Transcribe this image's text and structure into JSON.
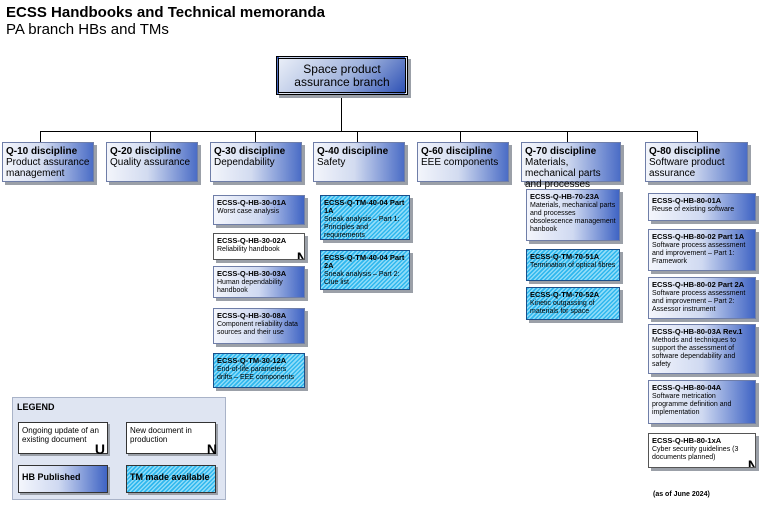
{
  "header": {
    "title": "ECSS Handbooks and Technical memoranda",
    "subtitle": "PA branch HBs and TMs"
  },
  "root": {
    "line1": "Space product",
    "line2": "assurance branch"
  },
  "disciplines": [
    {
      "code": "Q-10 discipline",
      "name": "Product assurance management"
    },
    {
      "code": "Q-20 discipline",
      "name": "Quality assurance"
    },
    {
      "code": "Q-30 discipline",
      "name": "Dependability"
    },
    {
      "code": "Q-40 discipline",
      "name": "Safety"
    },
    {
      "code": "Q-60 discipline",
      "name": "EEE components"
    },
    {
      "code": "Q-70 discipline",
      "name": "Materials, mechanical parts and processes"
    },
    {
      "code": "Q-80 discipline",
      "name": "Software product assurance"
    }
  ],
  "q30_docs": [
    {
      "id": "ECSS-Q-HB-30-01A",
      "title": "Worst case analysis",
      "status": "HB Published"
    },
    {
      "id": "ECSS-Q-HB-30-02A",
      "title": "Reliability handbook",
      "status": "New document in production",
      "badge": "N"
    },
    {
      "id": "ECSS-Q-HB-30-03A",
      "title": "Human dependability handbook",
      "status": "HB Published"
    },
    {
      "id": "ECSS-Q-HB-30-08A",
      "title": "Component reliability data sources and their use",
      "status": "HB Published"
    },
    {
      "id": "ECSS-Q-TM-30-12A",
      "title": "End-of-life parameters drifts – EEE components",
      "status": "TM made available"
    }
  ],
  "q40_docs": [
    {
      "id": "ECSS-Q-TM-40-04 Part 1A",
      "title": "Sneak analysis – Part 1: Principles and requirements",
      "status": "TM made available"
    },
    {
      "id": "ECSS-Q-TM-40-04 Part 2A",
      "title": "Sneak analysis – Part 2: Clue list",
      "status": "TM made available"
    }
  ],
  "q70_docs": [
    {
      "id": "ECSS-Q-HB-70-23A",
      "title": "Materials, mechanical parts and processes obsolescence management hanbook",
      "status": "HB Published"
    },
    {
      "id": "ECSS-Q-TM-70-51A",
      "title": "Termination of optical fibres",
      "status": "TM made available"
    },
    {
      "id": "ECSS-Q-TM-70-52A",
      "title": "Kinetic outgassing of materials for space",
      "status": "TM made available"
    }
  ],
  "q80_docs": [
    {
      "id": "ECSS-Q-HB-80-01A",
      "title": "Reuse of existing software",
      "status": "HB Published"
    },
    {
      "id": "ECSS-Q-HB-80-02 Part 1A",
      "title": "Software process assessment and improvement – Part 1: Framework",
      "status": "HB Published"
    },
    {
      "id": "ECSS-Q-HB-80-02 Part 2A",
      "title": "Software process assessment and improvement – Part 2: Assessor instrument",
      "status": "HB Published"
    },
    {
      "id": "ECSS-Q-HB-80-03A Rev.1",
      "title": "Methods and techniques to support the assessment of software dependability and safety",
      "status": "HB Published"
    },
    {
      "id": "ECSS-Q-HB-80-04A",
      "title": "Software metrication programme definition and implementation",
      "status": "HB Published"
    },
    {
      "id": "ECSS-Q-HB-80-1xA",
      "title": "Cyber security guidelines (3 documents planned)",
      "status": "New document in production",
      "badge": "N"
    }
  ],
  "legend": {
    "title": "LEGEND",
    "ongoing": "Ongoing update of an existing document",
    "ongoing_badge": "U",
    "new_doc": "New document in production",
    "new_badge": "N",
    "hb_published": "HB Published",
    "tm_available": "TM made available"
  },
  "footer": {
    "as_of": "(as of June 2024)"
  },
  "colors": {
    "hb_dark": "#3f64c4",
    "tm_cyan": "#2fb7ee",
    "legend_bg": "#dfe5f2"
  }
}
